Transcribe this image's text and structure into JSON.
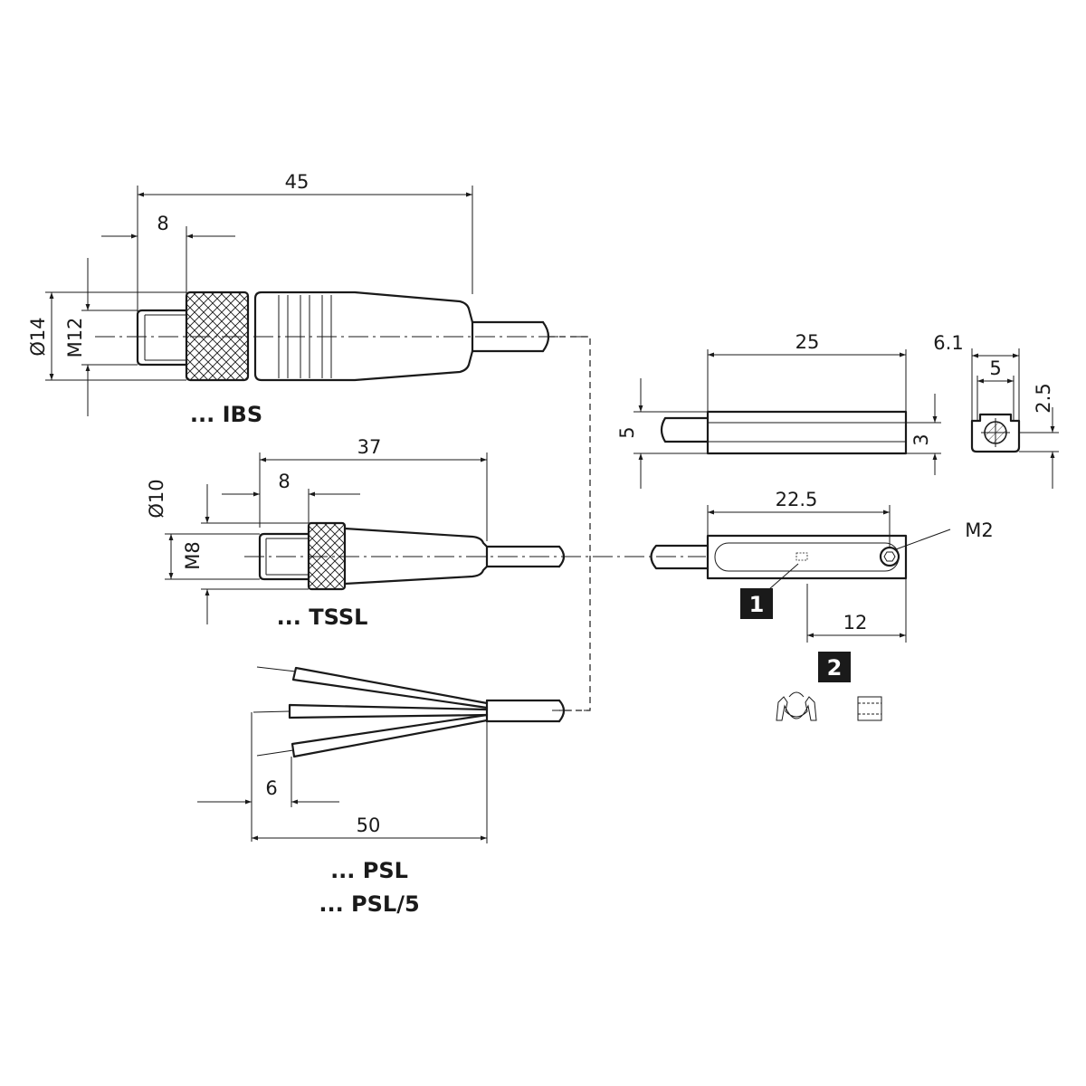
{
  "labels": {
    "ibs": "... IBS",
    "tssl": "... TSSL",
    "psl": "... PSL",
    "psl5": "... PSL/5"
  },
  "dimensions": {
    "ibs_length": "45",
    "ibs_thread_length": "8",
    "ibs_diameter": "Ø14",
    "ibs_thread": "M12",
    "tssl_length": "37",
    "tssl_thread_length": "8",
    "tssl_diameter": "Ø10",
    "tssl_thread": "M8",
    "psl_strip": "6",
    "psl_length": "50",
    "sensor_length": "25",
    "sensor_height": "5",
    "sensor_groove": "3",
    "section_width": "6.1",
    "section_inner": "5",
    "section_height": "2.5",
    "screw_span": "22.5",
    "screw_thread": "M2",
    "sense_offset": "12"
  },
  "badges": {
    "one": "1",
    "two": "2"
  }
}
